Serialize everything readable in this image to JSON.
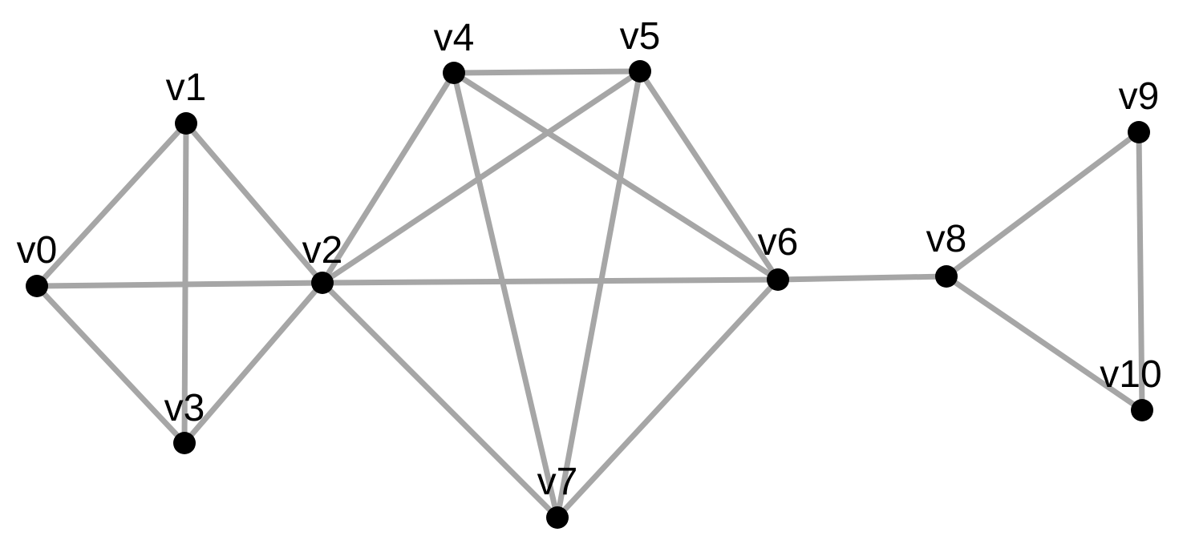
{
  "graph": {
    "colors": {
      "background": "#ffffff",
      "edge": "#a6a6a6",
      "node": "#000000",
      "label": "#000000"
    },
    "nodes": [
      {
        "id": "v0",
        "label": "v0"
      },
      {
        "id": "v1",
        "label": "v1"
      },
      {
        "id": "v2",
        "label": "v2"
      },
      {
        "id": "v3",
        "label": "v3"
      },
      {
        "id": "v4",
        "label": "v4"
      },
      {
        "id": "v5",
        "label": "v5"
      },
      {
        "id": "v6",
        "label": "v6"
      },
      {
        "id": "v7",
        "label": "v7"
      },
      {
        "id": "v8",
        "label": "v8"
      },
      {
        "id": "v9",
        "label": "v9"
      },
      {
        "id": "v10",
        "label": "v10"
      }
    ],
    "edges": [
      [
        "v0",
        "v1"
      ],
      [
        "v0",
        "v2"
      ],
      [
        "v0",
        "v3"
      ],
      [
        "v1",
        "v2"
      ],
      [
        "v1",
        "v3"
      ],
      [
        "v2",
        "v3"
      ],
      [
        "v2",
        "v4"
      ],
      [
        "v2",
        "v5"
      ],
      [
        "v2",
        "v6"
      ],
      [
        "v2",
        "v7"
      ],
      [
        "v4",
        "v5"
      ],
      [
        "v4",
        "v6"
      ],
      [
        "v4",
        "v7"
      ],
      [
        "v5",
        "v6"
      ],
      [
        "v5",
        "v7"
      ],
      [
        "v6",
        "v7"
      ],
      [
        "v6",
        "v8"
      ],
      [
        "v8",
        "v9"
      ],
      [
        "v8",
        "v10"
      ],
      [
        "v9",
        "v10"
      ]
    ]
  }
}
